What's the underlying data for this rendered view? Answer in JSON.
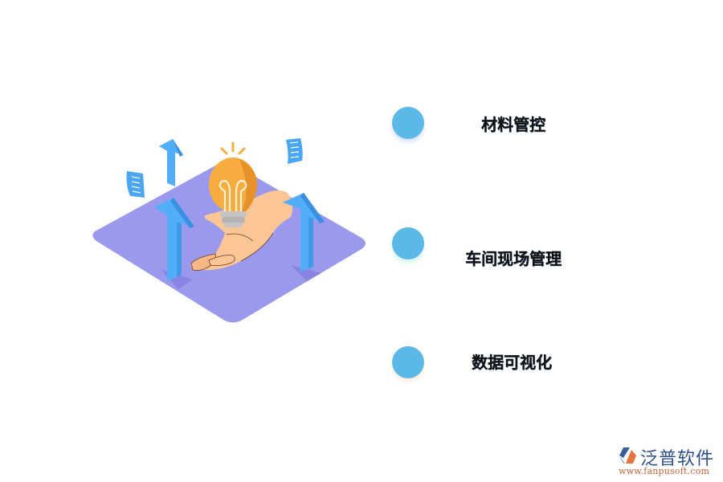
{
  "illustration": {
    "subject": "hand holding lightbulb on isometric platform with upward arrows",
    "colors": {
      "platform": "#9b99ee",
      "arrow": "#52aef7",
      "arrow_side": "#3a8fe0",
      "bulb": "#f7ad3e",
      "bulb_shade": "#e6912a",
      "bulb_base": "#c4c4c4",
      "hand": "#fbc596",
      "document": "#4aa6f2"
    }
  },
  "items": [
    {
      "label": "材料管控",
      "dot_color": "#5cb8e6"
    },
    {
      "label": "车间现场管理",
      "dot_color": "#5cb8e6"
    },
    {
      "label": "数据可视化",
      "dot_color": "#5cb8e6"
    }
  ],
  "logo": {
    "name": "泛普软件",
    "url": "www.fanpusoft.com",
    "name_color": "#2e4f8f",
    "url_color": "#c8663c"
  }
}
